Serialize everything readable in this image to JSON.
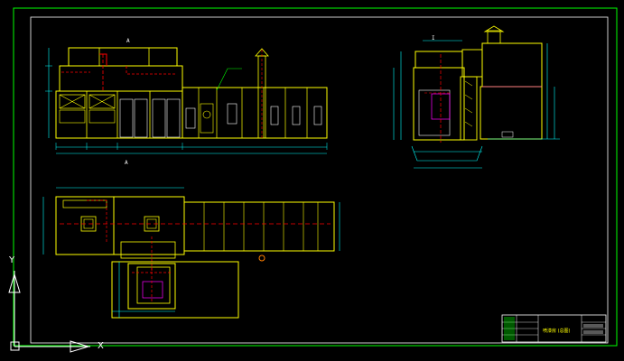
{
  "drawing": {
    "front_view_label": "A",
    "section_label_top": "A",
    "side_view_label": "I",
    "title_block_text": "喷漆房 (总图)"
  },
  "ucs": {
    "y_axis": "Y",
    "x_axis": "X"
  },
  "colors": {
    "background": "#000000",
    "frame": "#00ff00",
    "outline": "#ffff00",
    "dimension": "#00ffff",
    "center_line": "#ff0000",
    "text": "#ffffff",
    "leader": "#00ff00",
    "detail": "#ff00ff"
  }
}
